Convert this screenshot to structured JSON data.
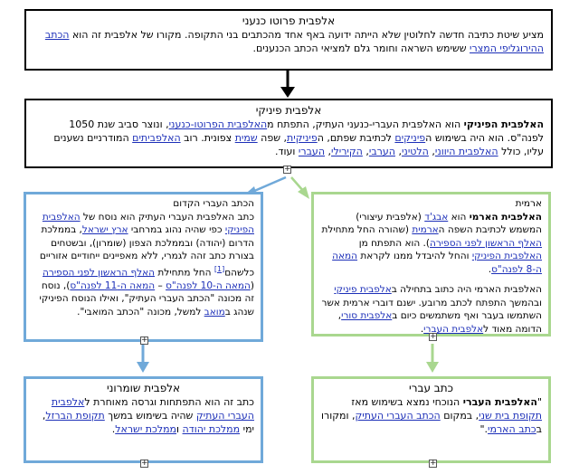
{
  "proto_box": {
    "title": "אלפבית פרוטו כנעני",
    "t1": "מציע שיטת כתיבה חדשה לחלוטין שלא הייתה ידועה באף אחד מהכתבים בני התקופה. מקורו של אלפבית זה הוא ",
    "l1": "הכתב ההירוגליפי המצרי",
    "t2": " ששימש השראה וחומר גלם למציאי הכתב הכנענים."
  },
  "phoenician_box": {
    "title": "אלפבית פיניקי",
    "bold1": "האלפבית הפיניקי",
    "t1": " הוא האלפבית העברי-כנעני העתיק, התפתח מ",
    "l1": "האלפבית הפרוטו-כנעני",
    "t2": ", ונוצר סביב שנת 1050 לפנה\"ס. הוא היה בשימוש ה",
    "l2": "פיניקים",
    "t3": " לכתיבת שפתם, ה",
    "l3": "פיניקית",
    "t4": ", שפה ",
    "l4": "שמית",
    "t5": " צפונית. רוב ",
    "l5": "האלפביתים",
    "t6": " המודרניים נשענים עליו, כולל ",
    "l6": "האלפבית היווני",
    "t7": ", ",
    "l7": "הלטיני",
    "t8": ", ",
    "l8": "הערבי",
    "t9": ", ",
    "l9": "הקירילי",
    "t10": ", ",
    "l10": "העברי",
    "t11": " ועוד."
  },
  "aramaic_box": {
    "title": "ארמית",
    "bold1": "האלפבית הארמי",
    "t1": " הוא ",
    "l1": "אבג'ד",
    "t2": " (אלפבית עיצורי) המשמש לכתיבת השפה ה",
    "l2": "ארמית",
    "t3": " (שהורה החל מתחילת ",
    "l3": "האלף הראשון לפני הספירה",
    "t4": "). הוא התפתח מן ",
    "l4": "האלפבית הפיניקי",
    "t5": " והחל להיבדל ממנו לקראת ",
    "l5": "המאה ה-8 לפנה\"ס",
    "t6": ".",
    "t7": "האלפבית הארמי היה כתוב בתחילה ב",
    "l6": "אלפבית פיניקי",
    "t8": " ובהמשך התפתח לכתב מרובע. ישנם דוברי ארמית אשר השתמשו בעבר ואף משתמשים כיום ב",
    "l7": "אלפבית סורי",
    "t9": ", הדומה מאוד ל",
    "l8": "אלפבית העברי",
    "t10": "."
  },
  "paleo_box": {
    "title": "הכתב העברי הקדום",
    "t1": "כתב האלפבית העברי העתיק הוא נוסח של ",
    "l1": "האלפבית הפיניקי",
    "t2": " כפי שהיה נהוג במרחבי ",
    "l2": "ארץ ישראל",
    "t3": ", בממלכת הדרום (יהודה) ובממלכת הצפון (שומרון), ובשטחים בצורת כתב זהה לגמרי, ללא מאפיינים ייחודיים אזוריים כלשהם",
    "sup": "[1]",
    "t4": " החל מתחילת ",
    "l3": "האלף הראשון לפני הספירה",
    "t5": " (",
    "l4": "המאה ה-10 לפנה\"ס",
    "t6": " – ",
    "l5": "המאה ה-11 לפנה\"ס",
    "t7": "), נוסח זה מכונה \"הכתב העברי העתיק\", ואילו הנוסח הפיניקי שנהג ב",
    "l6": "מואב",
    "t8": " למשל, מכונה \"הכתב המואבי\"."
  },
  "samaritan_box": {
    "title": "אלפבית שומרוני",
    "t1": "כתב זה הוא התפתחות וגרסה מאוחרת ל",
    "l1": "אלפבית העברי העתיק",
    "t2": " שהיה בשימוש במשך ",
    "l2": "תקופת הברזל",
    "t3": ", ימי ",
    "l3": "ממלכת יהודה",
    "t4": " ו",
    "l4": "ממלכת ישראל",
    "t5": "."
  },
  "hebrew_box": {
    "title": "כתב עברי",
    "q1": "\"",
    "bold1": "האלפבית העברי",
    "t1": " הנוכחי נמצא בשימוש מאז ",
    "l1": "תקופת בית שני",
    "t2": ", במקום ",
    "l2": "הכתב העברי העתיק",
    "t3": ", ומקורו ב",
    "l3": "כתב הארמי",
    "t4": ".\""
  },
  "expander_symbol": "+",
  "colors": {
    "black_border": "#000000",
    "blue_border": "#70a9d9",
    "green_border": "#a9d78f",
    "link": "#1c2fb8"
  }
}
